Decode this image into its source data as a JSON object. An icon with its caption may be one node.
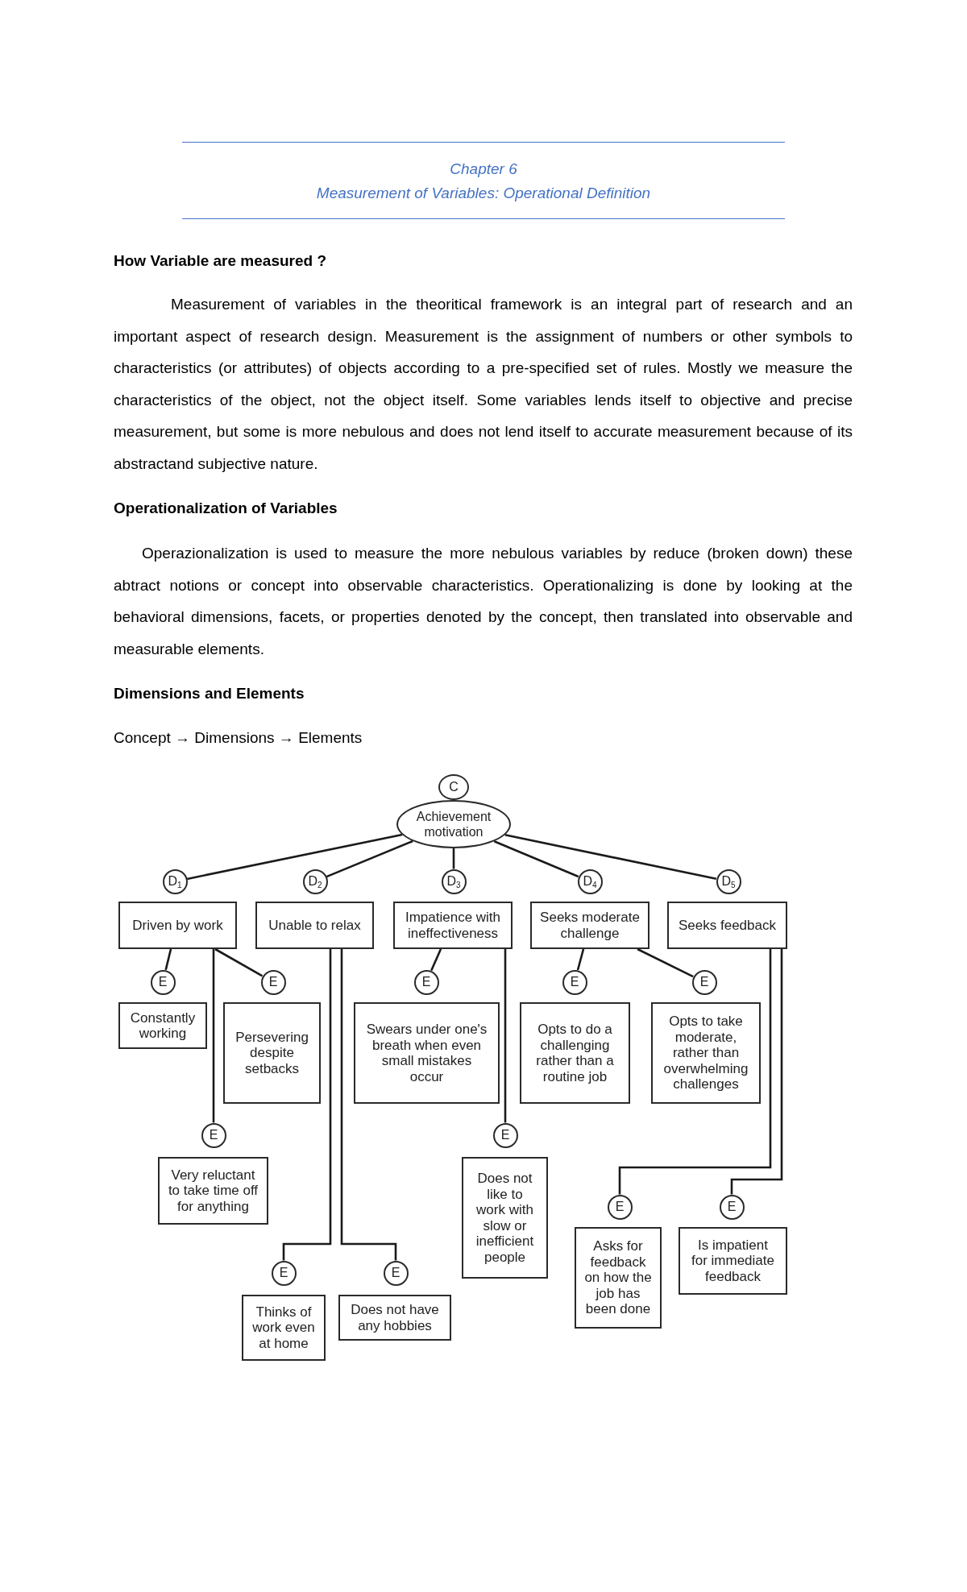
{
  "diagram": {
    "nodes": [
      {
        "text": [
          "C"
        ]
      },
      {
        "text": [
          "Achievement motivation"
        ]
      },
      {
        "text": [
          "D$_{1}$"
        ]
      },
      {
        "text": [
          "D$_{2}$"
        ]
      },
      {
        "text": [
          "D$_{3}$"
        ]
      },
      {
        "text": [
          "D$_{4}$"
        ]
      },
      {
        "text": [
          "D$_{5}$"
        ]
      },
      {
        "text": [
          "Driven by work"
        ]
      },
      {
        "text": [
          "Unable to relax"
        ]
      },
      {
        "text": [
          "Impatience with ineffectiveness"
        ]
      },
      {
        "text": [
          "Seeks moderate challenge"
        ]
      },
      {
        "text": [
          "Seeks feedback"
        ]
      },
      {
        "text": [
          "E"
        ]
      },
      {
        "text": [
          "E"
        ]
      },
      {
        "text": [
          "E"
        ]
      },
      {
        "text": [
          "E"
        ]
      },
      {
        "text": [
          "E"
        ]
      },
      {
        "text": [
          "Constantly working"
        ]
      },
      {
        "text": [
          "Persevering despite setbacks"
        ]
      },
      {
        "text": [
          "Swears under one's breath when even small mistakes occur"
        ]
      },
      {
        "text": [
          "Opts to do a challenging rather than a routine job"
        ]
      },
      {
        "text": [
          "Opts to take moderate, rather than overwhelming challenges"
        ]
      },
      {
        "text": [
          "E"
        ]
      },
      {
        "text": [
          "E"
        ]
      },
      {
        "text": [
          "Very reluctant to take time off for anything"
        ]
      },
      {
        "text": [
          "Does not like to work with slow or inefficient people"
        ]
      },
      {
        "text": [
          "E"
        ]
      },
      {
        "text": [
          "E"
        ]
      },
      {
        "text": [
          "Asks for feedback on how the job has been done"
        ]
      },
      {
        "text": [
          "Is impatient for immediate feedback"
        ]
      },
      {
        "text": [
          "E"
        ]
      },
      {
        "text": [
          "E"
        ]
      },
      {
        "text": [
          "Thinks of work even at home"
        ]
      },
      {
        "text": [
          "Does not have any hobbies"
        ]
      }
    ],
    "edges": [
      {
        "from": 1,
        "to": 2,
        "arrow": "none"
      },
      {
        "from": 1,
        "to": 3,
        "arrow": "none"
      },
      {
        "from": 1,
        "to": 4,
        "arrow": "none"
      },
      {
        "from": 1,
        "to": 5,
        "arrow": "none"
      },
      {
        "from": 1,
        "to": 6,
        "arrow": "none"
      },
      {
        "from": 7,
        "to": 12,
        "arrow": "none"
      },
      {
        "from": 7,
        "to": 13,
        "arrow": "none"
      },
      {
        "from": 7,
        "to": 22,
        "arrow": "none"
      },
      {
        "from": 8,
        "to": 30,
        "arrow": "none"
      },
      {
        "from": 8,
        "to": 31,
        "arrow": "none"
      },
      {
        "from": 9,
        "to": 14,
        "arrow": "none"
      },
      {
        "from": 9,
        "to": 23,
        "arrow": "none"
      },
      {
        "from": 10,
        "to": 15,
        "arrow": "none"
      },
      {
        "from": 10,
        "to": 16,
        "arrow": "none"
      },
      {
        "from": 11,
        "to": 26,
        "arrow": "none"
      },
      {
        "from": 11,
        "to": 27,
        "arrow": "none"
      }
    ],
    "labels": [
      "Chapter 6",
      "Measurement of Variables: Operational Definition",
      "How Variable are measured ?",
      "Measurement of variables in the theoritical framework is an integral part of research and an important aspect of research design. Measurement is the assignment of numbers or other symbols to characteristics (or attributes) of objects according to a pre-specified set of rules. Mostly we measure the characteristics of the object, not the object itself. Some variables lends itself to objective and precise measurement, but some is more nebulous and does not lend itself to accurate measurement because of its abstractand subjective nature.",
      "Operationalization of Variables",
      "Operazionalization is used to measure the more nebulous variables by reduce (broken down) these abtract notions or concept into observable characteristics. Operationalizing is done by looking at the behavioral dimensions, facets, or properties denoted by the concept, then translated into observable and measurable elements.",
      "Dimensions and Elements",
      "Concept → Dimensions → Elements"
    ]
  }
}
